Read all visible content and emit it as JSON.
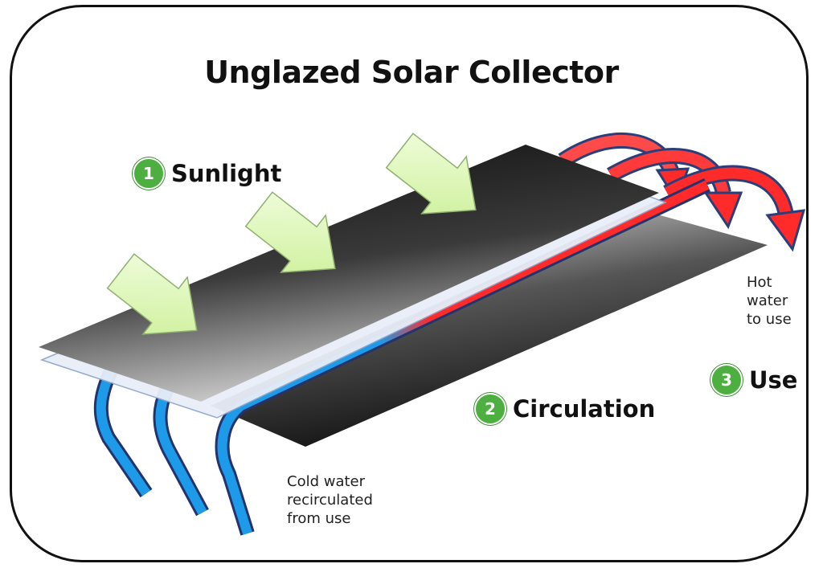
{
  "title": "Unglazed Solar Collector",
  "steps": [
    {
      "number": "1",
      "label": "Sunlight"
    },
    {
      "number": "2",
      "label": "Circulation"
    },
    {
      "number": "3",
      "label": "Use"
    }
  ],
  "notes": {
    "hot_water": [
      "Hot",
      "water",
      "to use"
    ],
    "cold_water": [
      "Cold water",
      "recirculated",
      "from use"
    ]
  },
  "colors": {
    "badge": "#4caf3f",
    "hot_pipe": "#ff2a2a",
    "cold_pipe": "#1e9be8",
    "sun_arrow": "#d6f5a8",
    "panel": "#111111"
  }
}
